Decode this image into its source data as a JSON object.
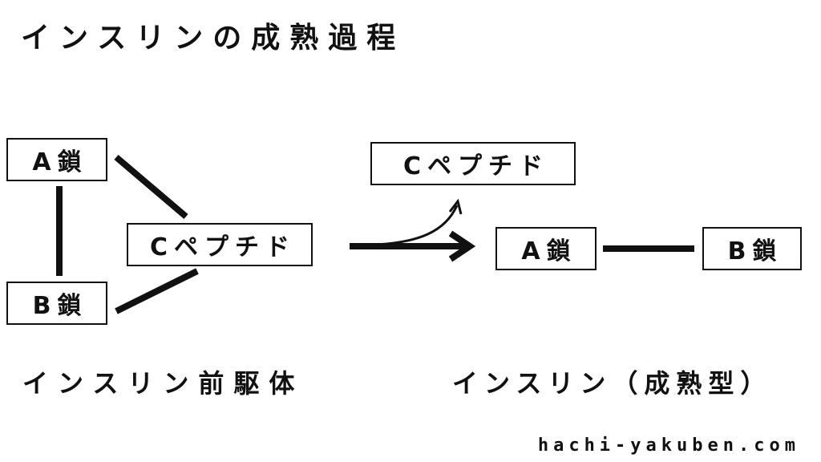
{
  "title": "インスリンの成熟過程",
  "precursor": {
    "a_chain": "A鎖",
    "b_chain": "B鎖",
    "c_peptide": "Cペプチド",
    "caption": "インスリン前駆体"
  },
  "mature": {
    "c_peptide": "Cペプチド",
    "a_chain": "A鎖",
    "b_chain": "B鎖",
    "caption": "インスリン（成熟型）"
  },
  "footer": {
    "site": "hachi-yakuben.com"
  },
  "colors": {
    "line": "#111111",
    "background": "#ffffff"
  }
}
